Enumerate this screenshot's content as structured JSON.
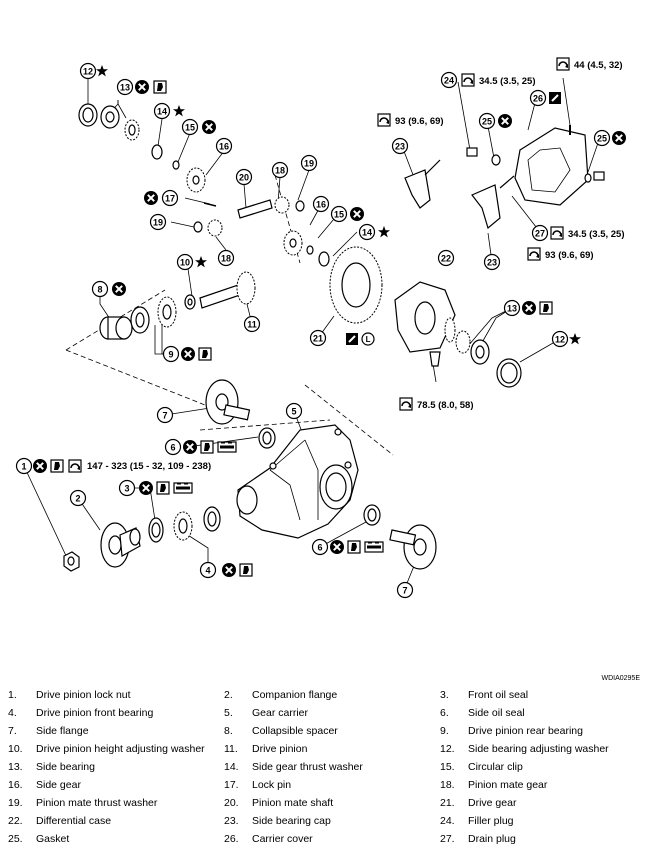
{
  "figure_code": "WDIA0295E",
  "torques": {
    "lock_nut": "147 - 323 (15 - 32, 109 - 238)",
    "filler_plug": "34.5 (3.5, 25)",
    "cover_bolt": "44 (4.5, 32)",
    "bearing_cap_bolt_left": "93 (9.6, 69)",
    "drain_plug": "34.5 (3.5, 25)",
    "bearing_cap_bolt_right": "93 (9.6, 69)",
    "drive_gear_bolt": "78.5 (8.0, 58)"
  },
  "callouts": [
    "1",
    "2",
    "3",
    "4",
    "5",
    "6",
    "7",
    "8",
    "9",
    "10",
    "11",
    "12",
    "13",
    "14",
    "15",
    "16",
    "17",
    "18",
    "19",
    "20",
    "21",
    "22",
    "23",
    "24",
    "25",
    "26",
    "27"
  ],
  "legend": [
    {
      "num": "1.",
      "name": "Drive pinion lock nut"
    },
    {
      "num": "2.",
      "name": "Companion flange"
    },
    {
      "num": "3.",
      "name": "Front oil seal"
    },
    {
      "num": "4.",
      "name": "Drive pinion front bearing"
    },
    {
      "num": "5.",
      "name": "Gear carrier"
    },
    {
      "num": "6.",
      "name": "Side oil seal"
    },
    {
      "num": "7.",
      "name": "Side flange"
    },
    {
      "num": "8.",
      "name": "Collapsible spacer"
    },
    {
      "num": "9.",
      "name": "Drive pinion rear bearing"
    },
    {
      "num": "10.",
      "name": "Drive pinion height adjusting washer"
    },
    {
      "num": "11.",
      "name": "Drive pinion"
    },
    {
      "num": "12.",
      "name": "Side bearing adjusting washer"
    },
    {
      "num": "13.",
      "name": "Side bearing"
    },
    {
      "num": "14.",
      "name": "Side gear thrust washer"
    },
    {
      "num": "15.",
      "name": "Circular clip"
    },
    {
      "num": "16.",
      "name": "Side gear"
    },
    {
      "num": "17.",
      "name": "Lock pin"
    },
    {
      "num": "18.",
      "name": "Pinion mate gear"
    },
    {
      "num": "19.",
      "name": "Pinion mate thrust washer"
    },
    {
      "num": "20.",
      "name": "Pinion mate shaft"
    },
    {
      "num": "21.",
      "name": "Drive gear"
    },
    {
      "num": "22.",
      "name": "Differential case"
    },
    {
      "num": "23.",
      "name": "Side bearing cap"
    },
    {
      "num": "24.",
      "name": "Filler plug"
    },
    {
      "num": "25.",
      "name": "Gasket"
    },
    {
      "num": "26.",
      "name": "Carrier cover"
    },
    {
      "num": "27.",
      "name": "Drain plug"
    }
  ]
}
